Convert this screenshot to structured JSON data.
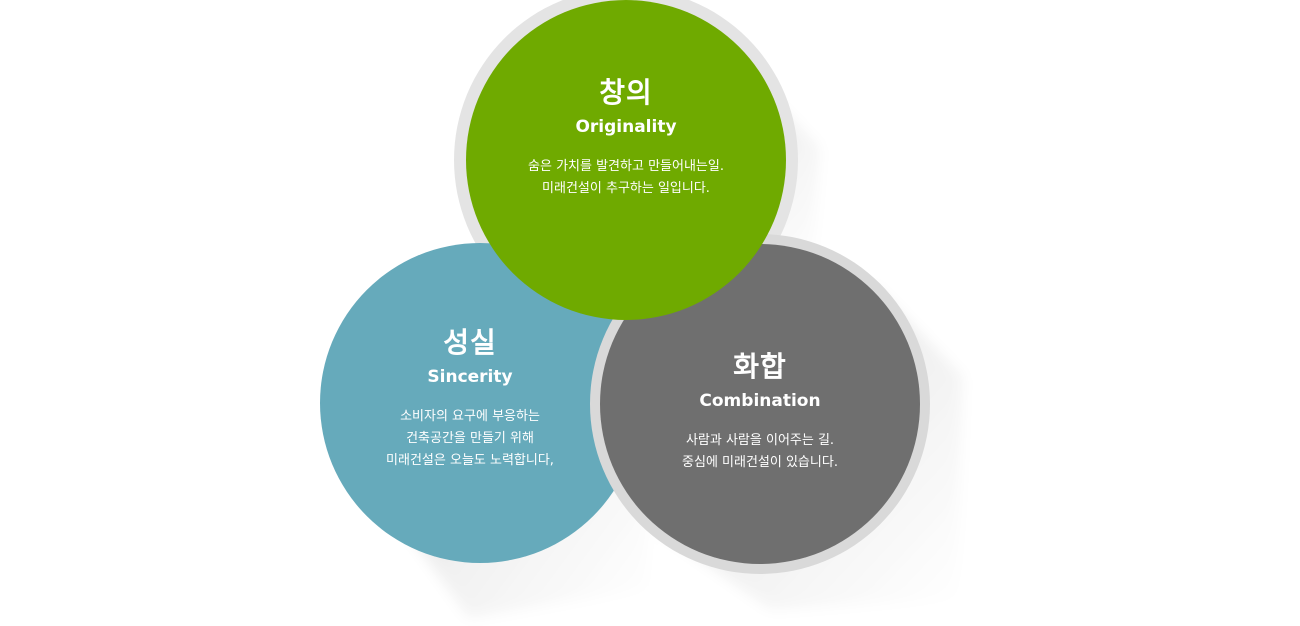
{
  "colors": {
    "originality": "#6faa00",
    "sincerity": "#66aabb",
    "combination": "#6f6f6f",
    "text": "#ffffff"
  },
  "circles": {
    "originality": {
      "title": "창의",
      "subtitle": "Originality",
      "lines": [
        "숨은 가치를 발견하고 만들어내는일.",
        "미래건설이 추구하는 일입니다."
      ]
    },
    "sincerity": {
      "title": "성실",
      "subtitle": "Sincerity",
      "lines": [
        "소비자의 요구에 부응하는",
        "건축공간을 만들기 위해",
        "미래건설은 오늘도 노력합니다,"
      ]
    },
    "combination": {
      "title": "화합",
      "subtitle": "Combination",
      "lines": [
        "사람과 사람을 이어주는 길.",
        "중심에 미래건설이 있습니다."
      ]
    }
  }
}
